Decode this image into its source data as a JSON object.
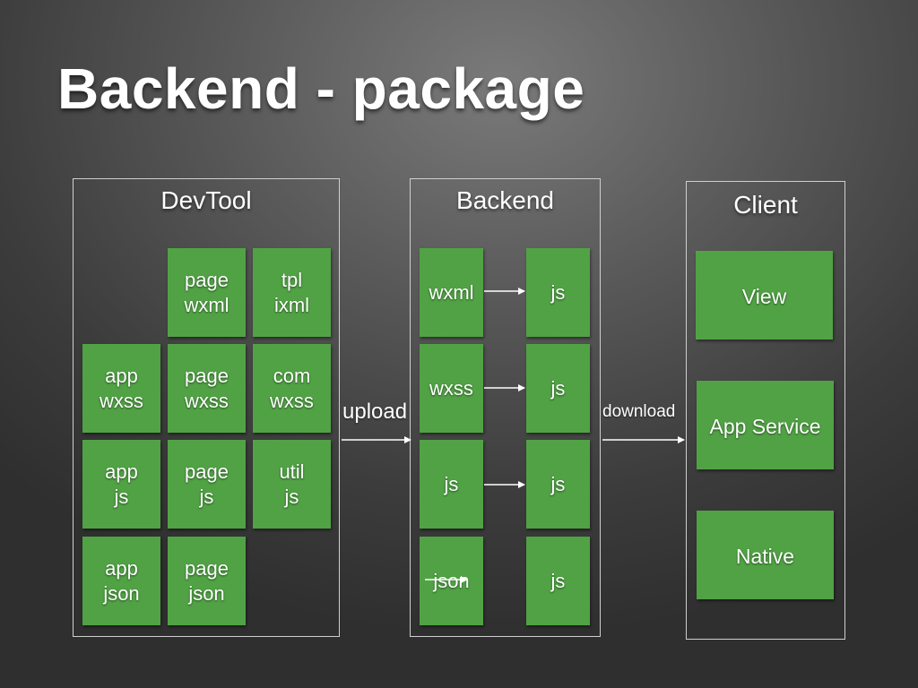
{
  "title": "Backend - package",
  "colors": {
    "box_green": "#51a245",
    "text": "#ffffff",
    "panel_border": "#cfcfcf"
  },
  "devtool": {
    "title": "DevTool",
    "boxes": {
      "page_wxml": [
        "page",
        "wxml"
      ],
      "tpl_ixml": [
        "tpl",
        "ixml"
      ],
      "app_wxss": [
        "app",
        "wxss"
      ],
      "page_wxss": [
        "page",
        "wxss"
      ],
      "com_wxss": [
        "com",
        "wxss"
      ],
      "app_js": [
        "app",
        "js"
      ],
      "page_js": [
        "page",
        "js"
      ],
      "util_js": [
        "util",
        "js"
      ],
      "app_json": [
        "app",
        "json"
      ],
      "page_json": [
        "page",
        "json"
      ]
    }
  },
  "backend": {
    "title": "Backend",
    "inputs": [
      "wxml",
      "wxss",
      "js",
      "json"
    ],
    "outputs": [
      "js",
      "js",
      "js",
      "js"
    ]
  },
  "client": {
    "title": "Client",
    "boxes": [
      "View",
      "App Service",
      "Native"
    ]
  },
  "arrows": {
    "upload": "upload",
    "download": "download"
  }
}
